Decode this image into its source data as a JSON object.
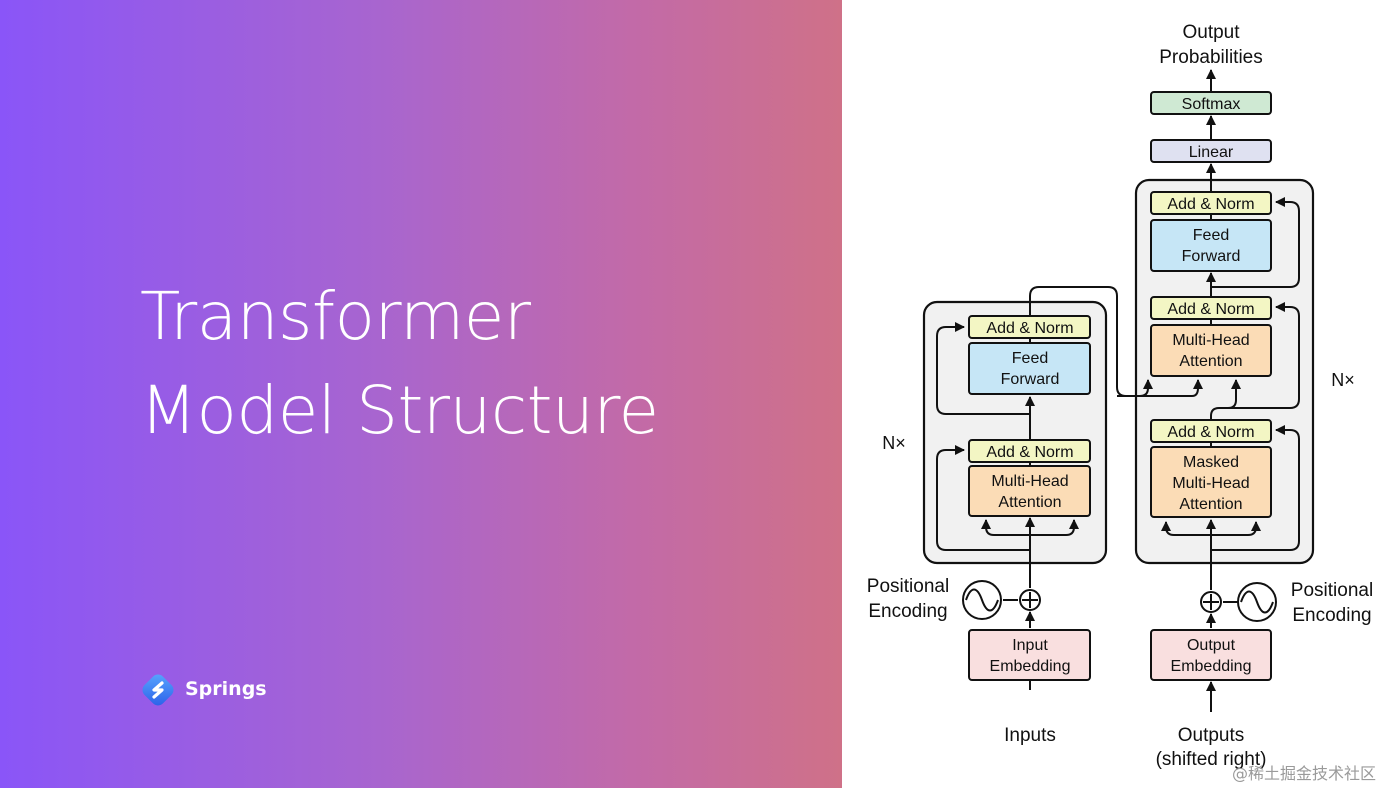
{
  "slide": {
    "title_line1": "Transformer",
    "title_line2": "Model Structure",
    "brand": "Springs"
  },
  "diagram": {
    "output_label_1": "Output",
    "output_label_2": "Probabilities",
    "softmax": "Softmax",
    "linear": "Linear",
    "add_norm": "Add & Norm",
    "feed_1": "Feed",
    "feed_2": "Forward",
    "mha_1": "Multi-Head",
    "mha_2": "Attention",
    "masked_1": "Masked",
    "masked_2": "Multi-Head",
    "masked_3": "Attention",
    "nx": "N×",
    "pos_1": "Positional",
    "pos_2": "Encoding",
    "in_emb_1": "Input",
    "in_emb_2": "Embedding",
    "out_emb_1": "Output",
    "out_emb_2": "Embedding",
    "inputs": "Inputs",
    "outputs_1": "Outputs",
    "outputs_2": "(shifted right)"
  },
  "watermark": "@稀土掘金技术社区",
  "colors": {
    "add_norm": "#f3f6c4",
    "feed_forward": "#c6e6f6",
    "attention": "#fbdcb6",
    "embedding": "#f9dfdf",
    "linear": "#dfe1f1",
    "softmax": "#cfe9d3",
    "block_bg": "#f1f1f1"
  }
}
